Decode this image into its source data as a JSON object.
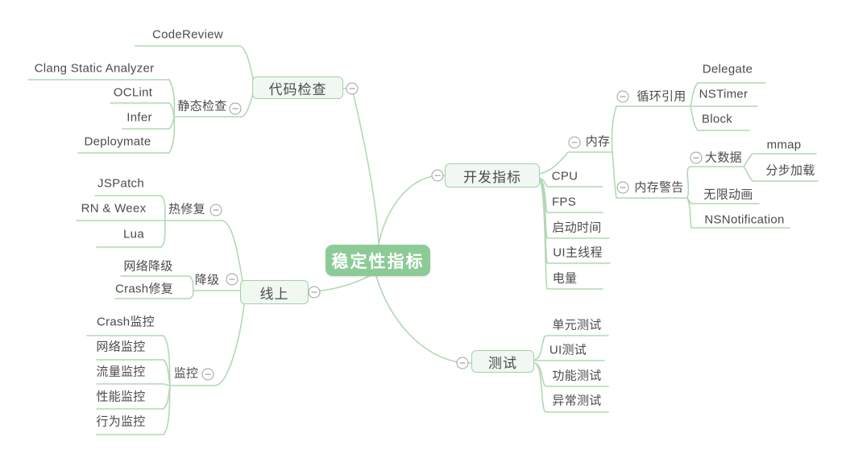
{
  "app": "mindmap",
  "theme": {
    "root_fill": "#8ccb96",
    "root_text": "#ffffff",
    "branch_fill": "#f0f8f1",
    "branch_border": "#a5d0a8",
    "line_color": "#b2d8b4",
    "text_color": "#4b4b4b",
    "collapse_border": "#9e9e9e"
  },
  "icons": {
    "collapse": "minus-circle"
  },
  "map": {
    "root": {
      "label": "稳定性指标",
      "children": [
        {
          "label": "代码检查",
          "children": [
            {
              "label": "CodeReview"
            },
            {
              "label": "静态检查",
              "children": [
                {
                  "label": "Clang Static Analyzer"
                },
                {
                  "label": "OCLint"
                },
                {
                  "label": "Infer"
                },
                {
                  "label": "Deploymate"
                }
              ]
            }
          ]
        },
        {
          "label": "开发指标",
          "children": [
            {
              "label": "内存",
              "children": [
                {
                  "label": "循环引用",
                  "children": [
                    {
                      "label": "Delegate"
                    },
                    {
                      "label": "NSTimer"
                    },
                    {
                      "label": "Block"
                    }
                  ]
                },
                {
                  "label": "内存警告",
                  "children": [
                    {
                      "label": "大数据",
                      "children": [
                        {
                          "label": "mmap"
                        },
                        {
                          "label": "分步加载"
                        }
                      ]
                    },
                    {
                      "label": "无限动画"
                    },
                    {
                      "label": "NSNotification"
                    }
                  ]
                }
              ]
            },
            {
              "label": "CPU"
            },
            {
              "label": "FPS"
            },
            {
              "label": "启动时间"
            },
            {
              "label": "UI主线程"
            },
            {
              "label": "电量"
            }
          ]
        },
        {
          "label": "线上",
          "children": [
            {
              "label": "热修复",
              "children": [
                {
                  "label": "JSPatch"
                },
                {
                  "label": "RN & Weex"
                },
                {
                  "label": "Lua"
                }
              ]
            },
            {
              "label": "降级",
              "children": [
                {
                  "label": "网络降级"
                },
                {
                  "label": "Crash修复"
                }
              ]
            },
            {
              "label": "监控",
              "children": [
                {
                  "label": "Crash监控"
                },
                {
                  "label": "网络监控"
                },
                {
                  "label": "流量监控"
                },
                {
                  "label": "性能监控"
                },
                {
                  "label": "行为监控"
                }
              ]
            }
          ]
        },
        {
          "label": "测试",
          "children": [
            {
              "label": "单元测试"
            },
            {
              "label": "UI测试"
            },
            {
              "label": "功能测试"
            },
            {
              "label": "异常测试"
            }
          ]
        }
      ]
    }
  }
}
